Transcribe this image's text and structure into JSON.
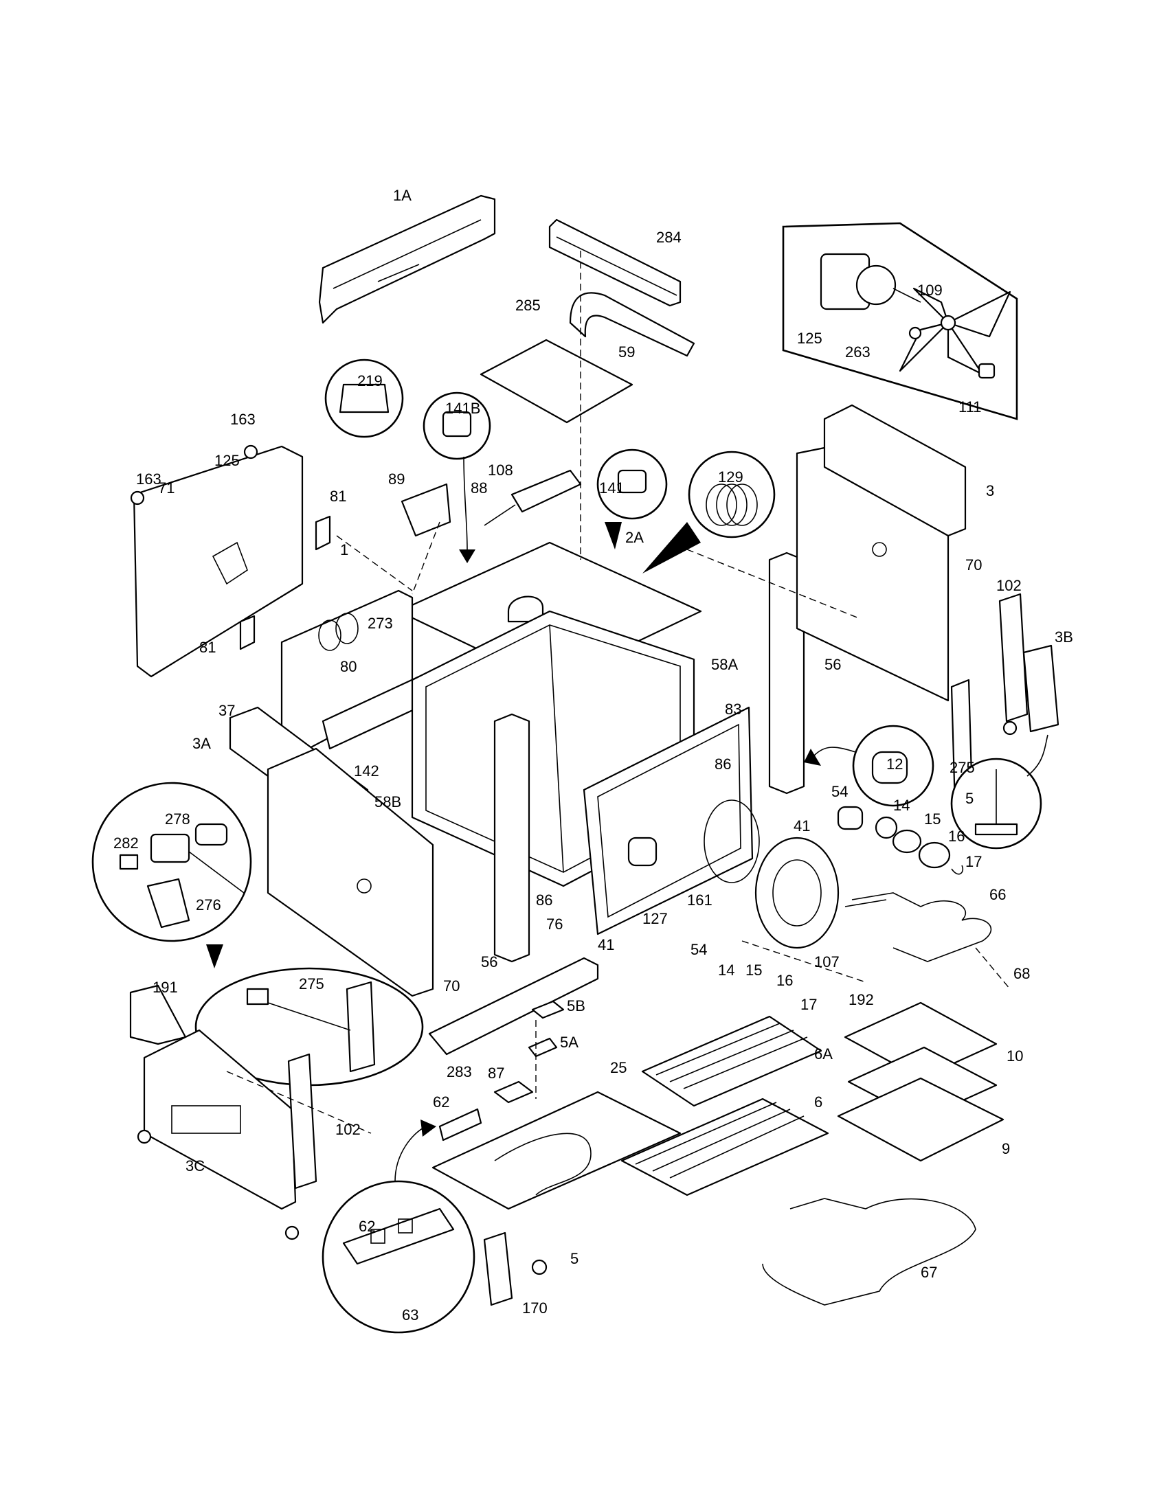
{
  "labels": {
    "l_1A": "1A",
    "l_284": "284",
    "l_285": "285",
    "l_59": "59",
    "l_125a": "125",
    "l_109": "109",
    "l_263": "263",
    "l_111": "111",
    "l_219": "219",
    "l_141B": "141B",
    "l_163a": "163",
    "l_163b": "163",
    "l_125b": "125",
    "l_71": "71",
    "l_81a": "81",
    "l_81b": "81",
    "l_89": "89",
    "l_108": "108",
    "l_88": "88",
    "l_141": "141",
    "l_129": "129",
    "l_2A": "2A",
    "l_3": "3",
    "l_70a": "70",
    "l_102a": "102",
    "l_3B": "3B",
    "l_1": "1",
    "l_273": "273",
    "l_80": "80",
    "l_58A": "58A",
    "l_83": "83",
    "l_56a": "56",
    "l_37": "37",
    "l_142": "142",
    "l_58B": "58B",
    "l_3A": "3A",
    "l_86a": "86",
    "l_12": "12",
    "l_275a": "275",
    "l_5a": "5",
    "l_278": "278",
    "l_282": "282",
    "l_276": "276",
    "l_54a": "54",
    "l_14a": "14",
    "l_15a": "15",
    "l_16a": "16",
    "l_17a": "17",
    "l_41a": "41",
    "l_86b": "86",
    "l_161": "161",
    "l_127": "127",
    "l_76": "76",
    "l_41b": "41",
    "l_56b": "56",
    "l_70b": "70",
    "l_107": "107",
    "l_66": "66",
    "l_54b": "54",
    "l_14b": "14",
    "l_15b": "15",
    "l_16b": "16",
    "l_17b": "17",
    "l_68": "68",
    "l_191": "191",
    "l_275b": "275",
    "l_5B": "5B",
    "l_5A": "5A",
    "l_283": "283",
    "l_192": "192",
    "l_10": "10",
    "l_6A": "6A",
    "l_25": "25",
    "l_87": "87",
    "l_62a": "62",
    "l_6": "6",
    "l_9": "9",
    "l_102b": "102",
    "l_3C": "3C",
    "l_62b": "62",
    "l_67": "67",
    "l_5b": "5",
    "l_170": "170",
    "l_63": "63"
  }
}
